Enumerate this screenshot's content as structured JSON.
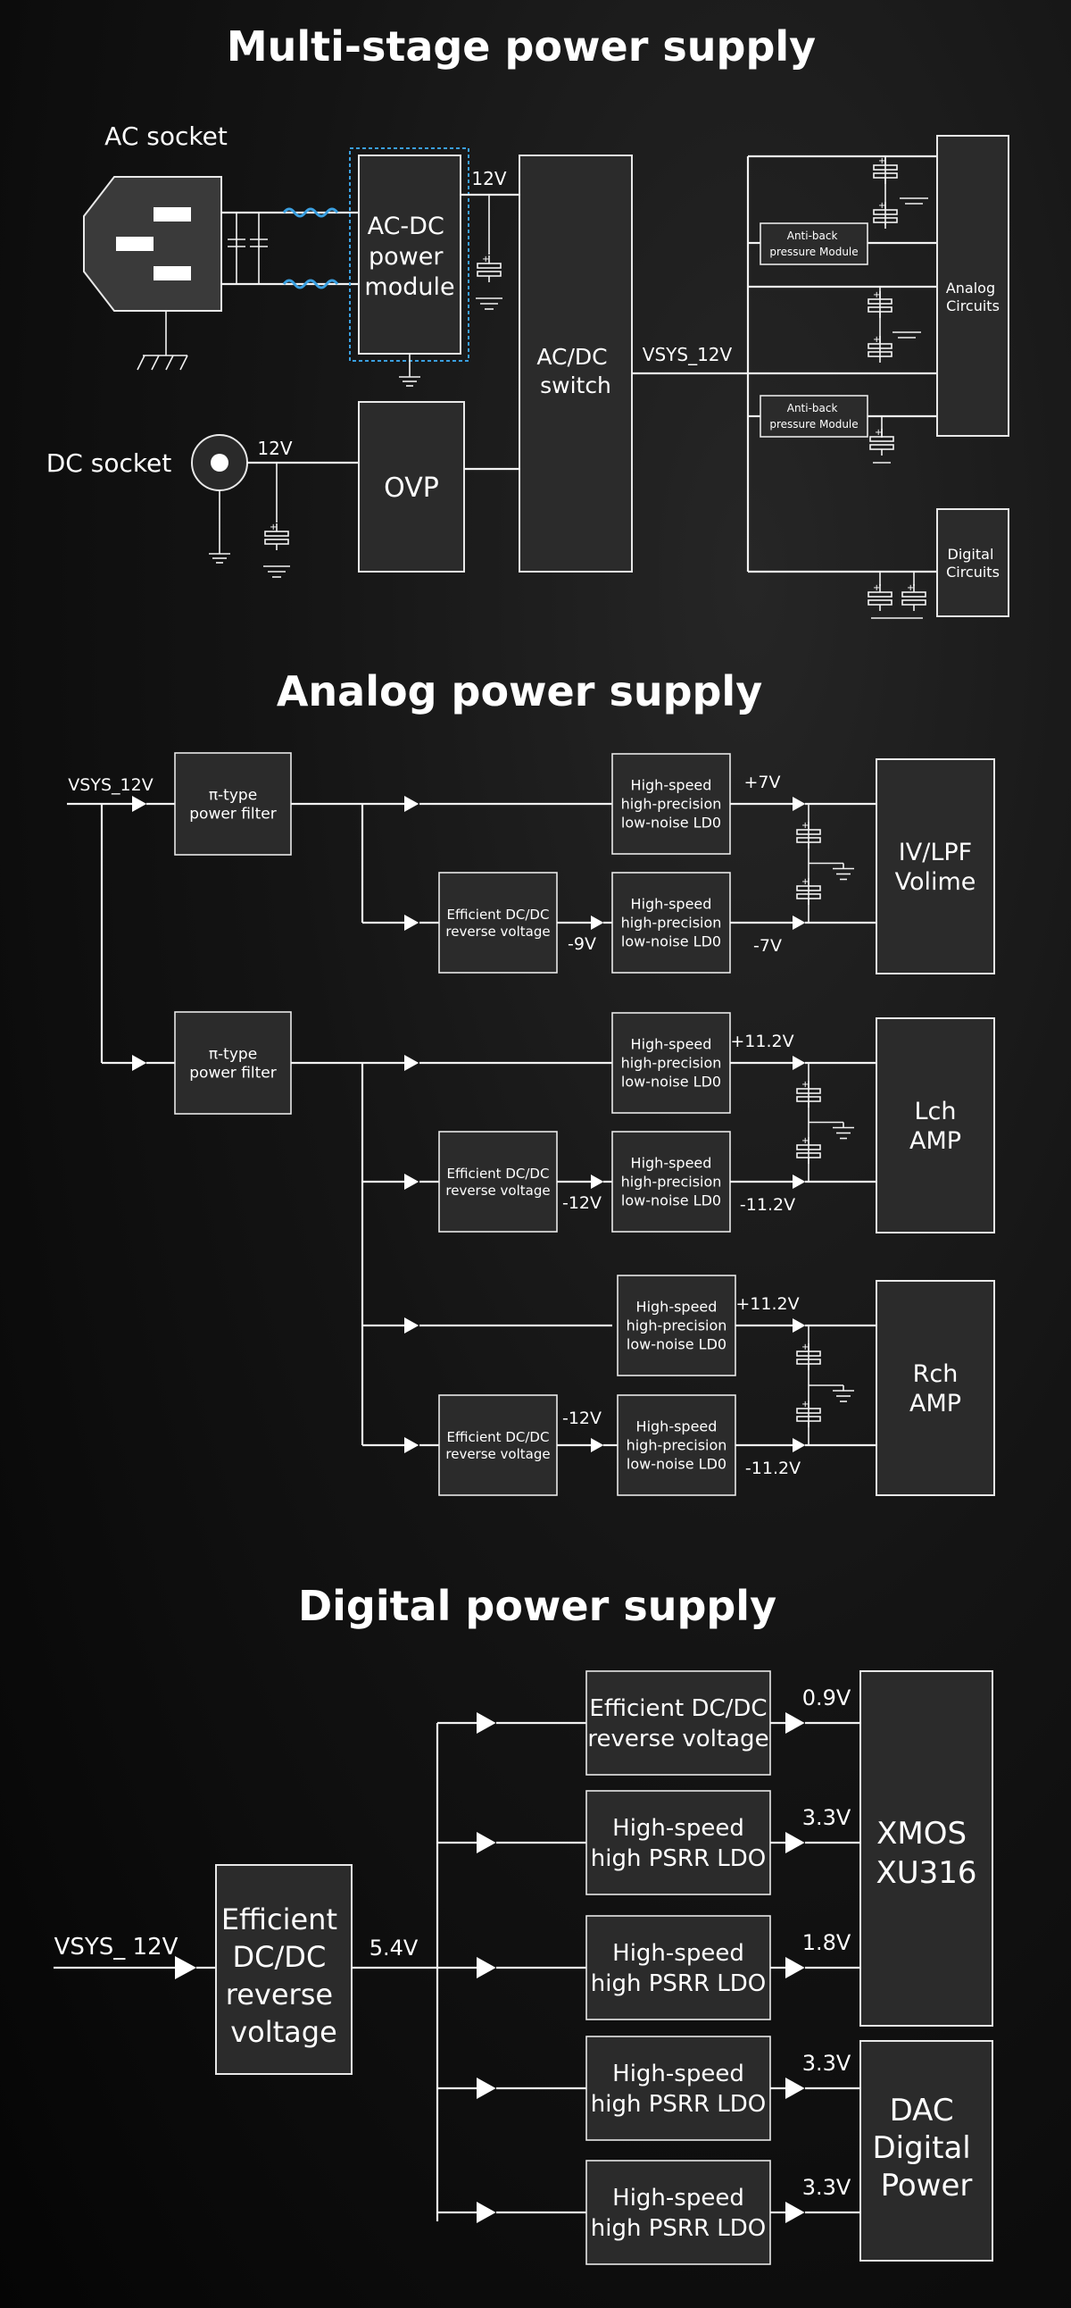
{
  "sections": {
    "multi_stage": {
      "title": "Multi-stage power supply",
      "ac_socket": "AC socket",
      "dc_socket": "DC socket",
      "acdc_module": [
        "AC-DC",
        "power",
        "module"
      ],
      "v12_top": "12V",
      "v12_dc": "12V",
      "ovp": "OVP",
      "acdc_switch": [
        "AC/DC",
        "switch"
      ],
      "vsys": "VSYS_12V",
      "anti_back": [
        "Anti-back",
        "pressure Module"
      ],
      "analog_circuits": [
        "Analog",
        "Circuits"
      ],
      "digital_circuits": [
        "Digital",
        "Circuits"
      ]
    },
    "analog": {
      "title": "Analog power supply",
      "vsys": "VSYS_12V",
      "pi_filter": [
        "π-type",
        "power filter"
      ],
      "ldo": [
        "High-speed",
        "high-precision",
        "low-noise LD0"
      ],
      "dcdc": [
        "Efficient DC/DC",
        "reverse voltage"
      ],
      "group1": {
        "v_pos": "+7V",
        "v_dcdc": "-9V",
        "v_neg": "-7V",
        "load": [
          "IV/LPF",
          "Volime"
        ]
      },
      "group2": {
        "v_pos": "+11.2V",
        "v_dcdc": "-12V",
        "v_neg": "-11.2V",
        "load": [
          "Lch",
          "AMP"
        ]
      },
      "group3": {
        "v_pos": "+11.2V",
        "v_dcdc": "-12V",
        "v_neg": "-11.2V",
        "load": [
          "Rch",
          "AMP"
        ]
      }
    },
    "digital": {
      "title": "Digital power supply",
      "vsys": "VSYS_ 12V",
      "main_dcdc": [
        "Efficient",
        "DC/DC",
        "reverse",
        "voltage"
      ],
      "v_bus": "5.4V",
      "rows": [
        {
          "box": [
            "Efficient DC/DC",
            "reverse voltage"
          ],
          "v": "0.9V"
        },
        {
          "box": [
            "High-speed",
            "high PSRR LDO"
          ],
          "v": "3.3V"
        },
        {
          "box": [
            "High-speed",
            "high PSRR LDO"
          ],
          "v": "1.8V"
        },
        {
          "box": [
            "High-speed",
            "high PSRR LDO"
          ],
          "v": "3.3V"
        },
        {
          "box": [
            "High-speed",
            "high PSRR LDO"
          ],
          "v": "3.3V"
        }
      ],
      "xmos": [
        "XMOS",
        "XU316"
      ],
      "dac": [
        "DAC",
        "Digital",
        "Power"
      ]
    }
  },
  "colors": {
    "background": "#0d0d0d",
    "box_fill": "#2b2b2b",
    "line": "#f2f2f2",
    "accent_filter": "#3a9fe0"
  }
}
